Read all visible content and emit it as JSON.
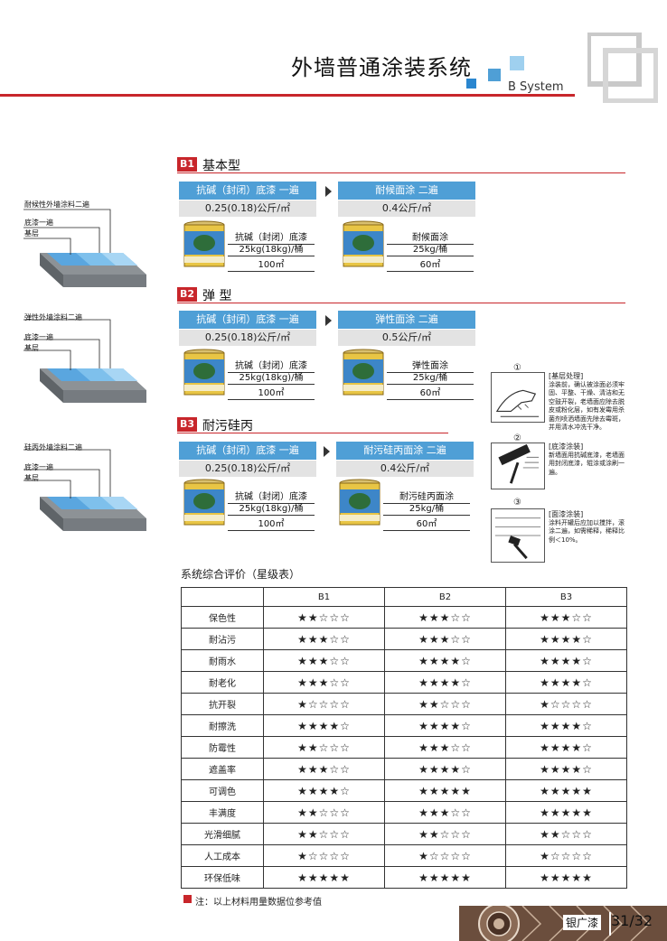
{
  "header": {
    "title": "外墙普通涂装系统",
    "subtitle": "B System",
    "colors": {
      "red": "#c8262b",
      "blue": "#4f9fd6",
      "lightblue": "#9fd0ef"
    }
  },
  "sections": [
    {
      "tag": "B1",
      "name": "基本型",
      "diagram_labels": [
        "耐候性外墙涂料二遍",
        "底漆一遍",
        "基层"
      ],
      "primer": {
        "bar": "抗碱（封闭）底漆 一遍",
        "rate": "0.25(0.18)公斤/㎡",
        "spec_name": "抗碱（封闭）底漆",
        "spec_pack": "25kg(18kg)/桶",
        "spec_area": "100㎡"
      },
      "topcoat": {
        "bar": "耐候面涂 二遍",
        "rate": "0.4公斤/㎡",
        "spec_name": "耐候面涂",
        "spec_pack": "25kg/桶",
        "spec_area": "60㎡"
      }
    },
    {
      "tag": "B2",
      "name": "弹  型",
      "diagram_labels": [
        "弹性外墙涂料二遍",
        "底漆一遍",
        "基层"
      ],
      "primer": {
        "bar": "抗碱（封闭）底漆 一遍",
        "rate": "0.25(0.18)公斤/㎡",
        "spec_name": "抗碱（封闭）底漆",
        "spec_pack": "25kg(18kg)/桶",
        "spec_area": "100㎡"
      },
      "topcoat": {
        "bar": "弹性面涂 二遍",
        "rate": "0.5公斤/㎡",
        "spec_name": "弹性面涂",
        "spec_pack": "25kg/桶",
        "spec_area": "60㎡"
      }
    },
    {
      "tag": "B3",
      "name": "耐污硅丙",
      "diagram_labels": [
        "硅丙外墙涂料二遍",
        "底漆一遍",
        "基层"
      ],
      "primer": {
        "bar": "抗碱（封闭）底漆 一遍",
        "rate": "0.25(0.18)公斤/㎡",
        "spec_name": "抗碱（封闭）底漆",
        "spec_pack": "25kg(18kg)/桶",
        "spec_area": "100㎡"
      },
      "topcoat": {
        "bar": "耐污硅丙面涂 二遍",
        "rate": "0.4公斤/㎡",
        "spec_name": "耐污硅丙面涂",
        "spec_pack": "25kg/桶",
        "spec_area": "60㎡"
      }
    }
  ],
  "process": [
    {
      "num": "①",
      "title": "[基层处理]",
      "text": "涂装前，确认被涂面必须牢固、平整、干燥、清洁和无空鼓开裂，老墙面应除去脱皮或粉化层，如有发霉用杀菌剂喷洒墙面先除去霉斑，并用清水冲洗干净。"
    },
    {
      "num": "②",
      "title": "[底漆涂装]",
      "text": "新墙面用抗碱底漆，老墙面用封闭底漆，辊涂或涂刷一遍。"
    },
    {
      "num": "③",
      "title": "[面漆涂装]",
      "text": "涂料开罐后应加以搅拌，滚涂二遍，如需稀释，稀释比例＜10%。"
    }
  ],
  "rating": {
    "title": "系统综合评价（星级表）",
    "columns": [
      "",
      "B1",
      "B2",
      "B3"
    ],
    "rows": [
      {
        "label": "保色性",
        "b1": "★★☆☆☆",
        "b2": "★★★☆☆",
        "b3": "★★★☆☆"
      },
      {
        "label": "耐沾污",
        "b1": "★★★☆☆",
        "b2": "★★★☆☆",
        "b3": "★★★★☆"
      },
      {
        "label": "耐雨水",
        "b1": "★★★☆☆",
        "b2": "★★★★☆",
        "b3": "★★★★☆"
      },
      {
        "label": "耐老化",
        "b1": "★★★☆☆",
        "b2": "★★★★☆",
        "b3": "★★★★☆"
      },
      {
        "label": "抗开裂",
        "b1": "★☆☆☆☆",
        "b2": "★★☆☆☆",
        "b3": "★☆☆☆☆"
      },
      {
        "label": "耐擦洗",
        "b1": "★★★★☆",
        "b2": "★★★★☆",
        "b3": "★★★★☆"
      },
      {
        "label": "防霉性",
        "b1": "★★☆☆☆",
        "b2": "★★★☆☆",
        "b3": "★★★★☆"
      },
      {
        "label": "遮盖率",
        "b1": "★★★☆☆",
        "b2": "★★★★☆",
        "b3": "★★★★☆"
      },
      {
        "label": "可调色",
        "b1": "★★★★☆",
        "b2": "★★★★★",
        "b3": "★★★★★"
      },
      {
        "label": "丰满度",
        "b1": "★★☆☆☆",
        "b2": "★★★☆☆",
        "b3": "★★★★★"
      },
      {
        "label": "光滑细腻",
        "b1": "★★☆☆☆",
        "b2": "★★☆☆☆",
        "b3": "★★☆☆☆"
      },
      {
        "label": "人工成本",
        "b1": "★☆☆☆☆",
        "b2": "★☆☆☆☆",
        "b3": "★☆☆☆☆"
      },
      {
        "label": "环保低味",
        "b1": "★★★★★",
        "b2": "★★★★★",
        "b3": "★★★★★"
      }
    ]
  },
  "footer": {
    "note": "注：以上材料用量数据位参考值",
    "brand": "银广漆",
    "page": "31/32"
  }
}
